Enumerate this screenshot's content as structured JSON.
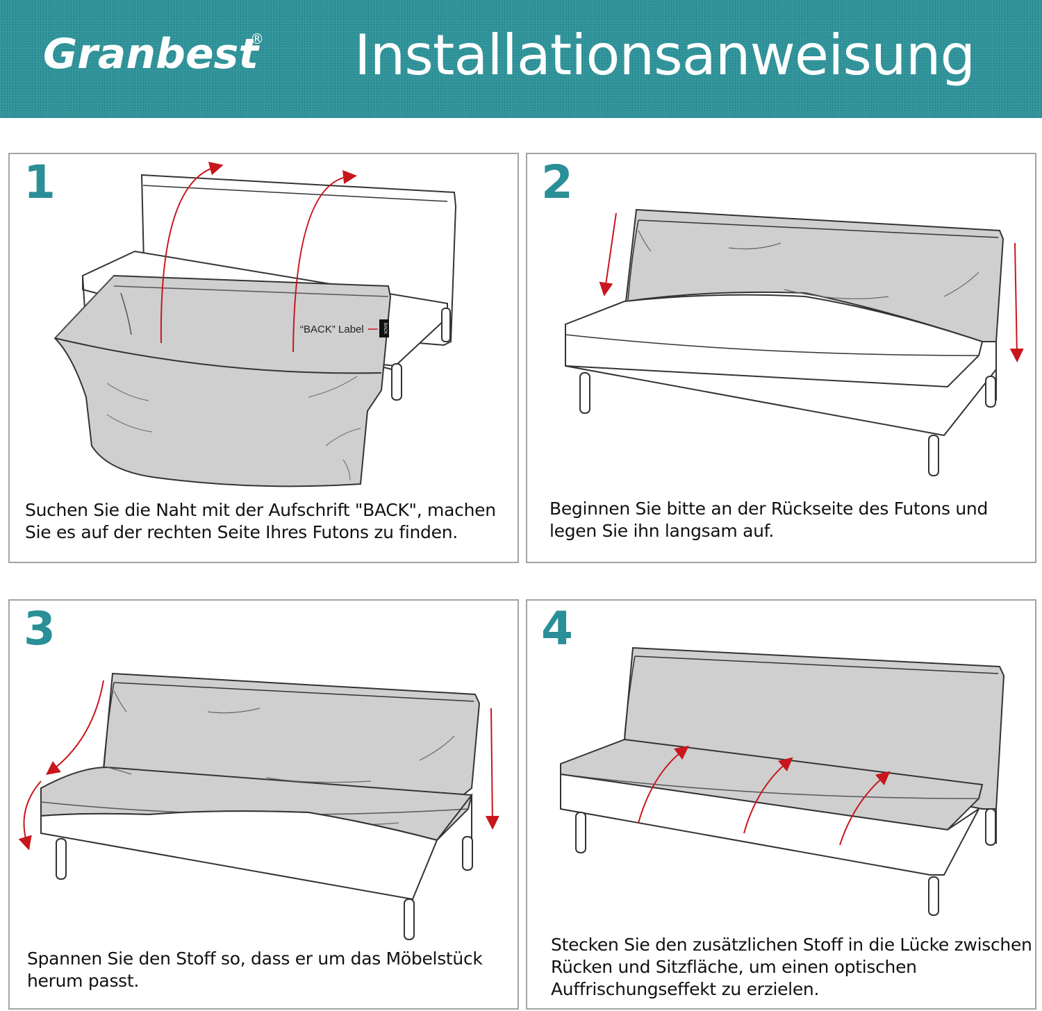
{
  "header": {
    "brand": "Granbest",
    "brand_mark": "®",
    "title": "Installationsanweisung",
    "background_color": "#2a8f96"
  },
  "accent_color": "#2a8f96",
  "arrow_color": "#c8161d",
  "cover_color": "#cfcfcf",
  "steps": [
    {
      "number": "1",
      "caption": "Suchen Sie die Naht mit der Aufschrift \"BACK\", machen Sie es auf der rechten Seite Ihres Futons zu finden.",
      "label": "“BACK” Label",
      "tag_text": "BACK"
    },
    {
      "number": "2",
      "caption": "Beginnen Sie bitte an der Rückseite des Futons und legen Sie ihn langsam auf."
    },
    {
      "number": "3",
      "caption": "Spannen Sie den Stoff so, dass er um das Möbelstück herum passt."
    },
    {
      "number": "4",
      "caption": "Stecken Sie den zusätzlichen Stoff in die Lücke zwischen Rücken und Sitzfläche, um einen optischen Auffrischungseffekt zu erzielen."
    }
  ]
}
